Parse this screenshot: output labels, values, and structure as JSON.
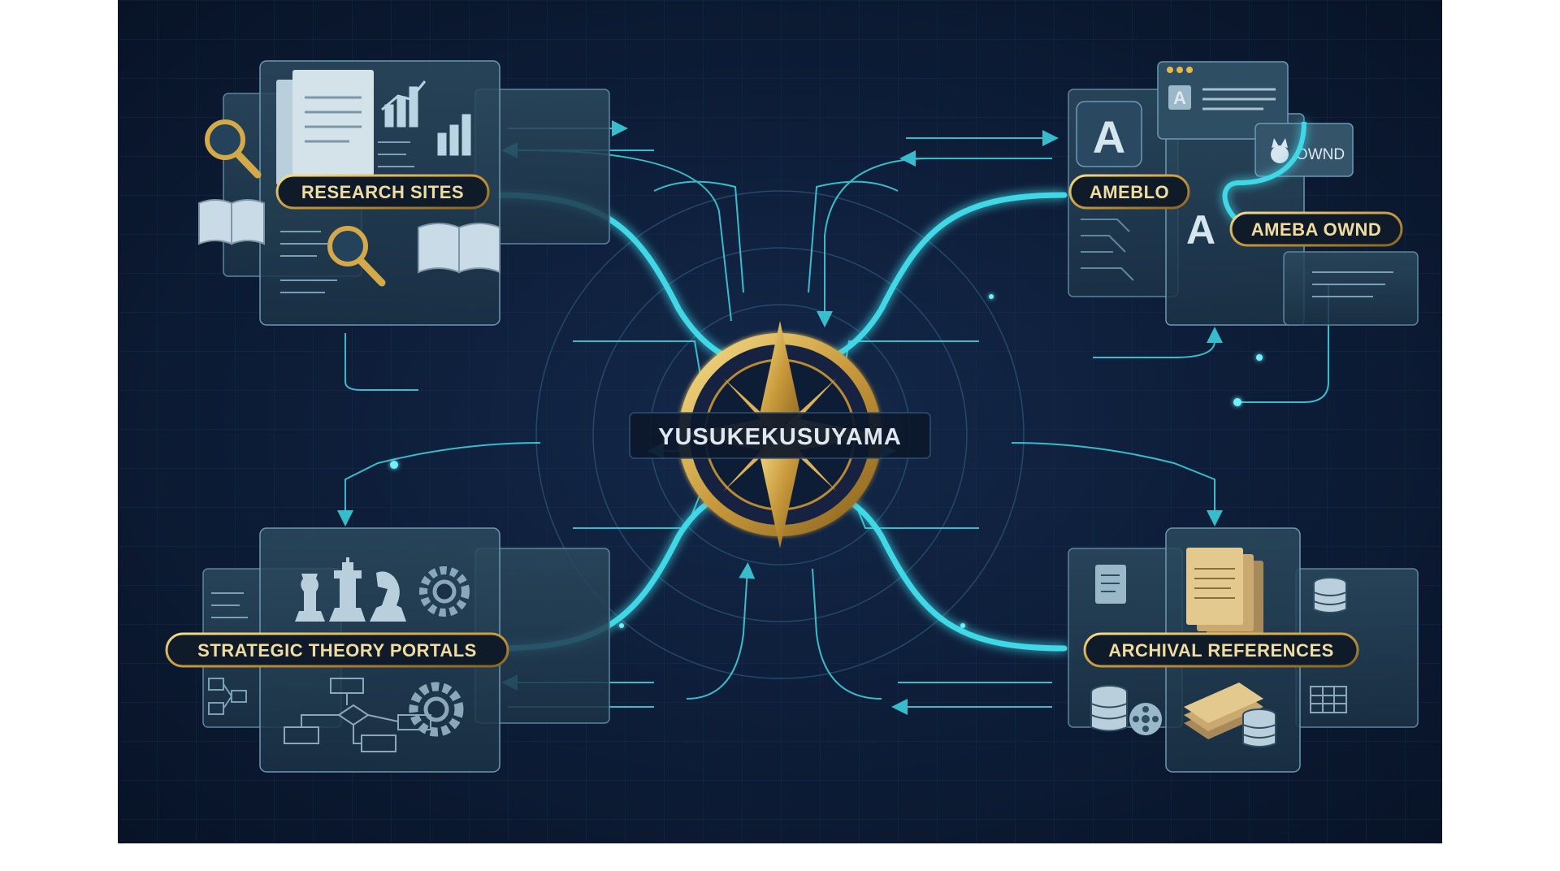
{
  "center": {
    "label": "YUSUKEKUSUYAMA"
  },
  "nodes": {
    "research": {
      "label": "RESEARCH SITES"
    },
    "ameblo": {
      "label": "AMEBLO"
    },
    "ameba_ownd": {
      "label": "AMEBA OWND"
    },
    "ownd_card": {
      "label": "OWND"
    },
    "ameblo_icon": {
      "letter": "A"
    },
    "strategic": {
      "label": "STRATEGIC THEORY PORTALS"
    },
    "archival": {
      "label": "ARCHIVAL REFERENCES"
    }
  },
  "colors": {
    "background": "#0b1a33",
    "connector": "#3fd8e6",
    "gold": "#d4a94a",
    "label_fill": "#101b2a"
  }
}
